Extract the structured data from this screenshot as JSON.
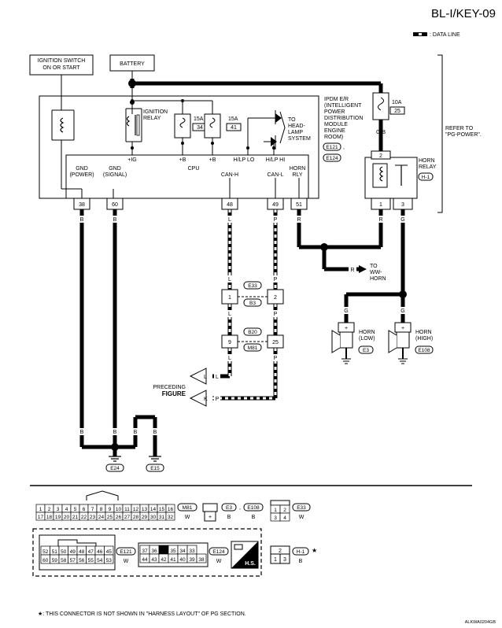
{
  "page": {
    "code": "BL-I/KEY-09",
    "legend_data_line": ": DATA LINE",
    "footnote": "★: THIS CONNECTOR IS NOT SHOWN IN \"HARNESS LAYOUT\" OF PG SECTION.",
    "image_id": "ALKWA0204GB"
  },
  "sources": {
    "ignition_switch": [
      "IGNITION SWITCH",
      "ON OR START"
    ],
    "battery": "BATTERY"
  },
  "ipdm": {
    "label": [
      "IPDM E/R",
      "(INTELLIGENT",
      "POWER",
      "DISTRIBUTION",
      "MODULE",
      "ENGINE",
      "ROOM)"
    ],
    "connectors": [
      "E121",
      "E124"
    ],
    "relay_label": [
      "IGNITION",
      "RELAY"
    ],
    "cpu": "CPU",
    "fuse_a": {
      "rating": "15A",
      "number": "34"
    },
    "fuse_b": {
      "rating": "15A",
      "number": "41"
    },
    "terminals": {
      "ig": "+IG",
      "b1": "+B",
      "b2": "+B",
      "hlp_lo": "H/LP LO",
      "hlp_hi": "H/LP HI",
      "gnd_power": [
        "GND",
        "(POWER)"
      ],
      "gnd_signal": [
        "GND",
        "(SIGNAL)"
      ],
      "can_h": "CAN-H",
      "can_l": "CAN-L",
      "horn_rly": [
        "HORN",
        "RLY"
      ]
    },
    "headlamp": [
      "TO",
      "HEAD-",
      "LAMP",
      "SYSTEM"
    ],
    "pins": [
      "38",
      "60",
      "48",
      "49",
      "51"
    ]
  },
  "fuse_10a": {
    "rating": "10A",
    "number": "25"
  },
  "refer_to": [
    "REFER TO",
    "\"PG-POWER\"."
  ],
  "horn_relay": {
    "label": [
      "HORN",
      "RELAY"
    ],
    "connector": "H-1",
    "pins": [
      "2",
      "1",
      "3"
    ]
  },
  "wire_colors": {
    "gb": "G/B",
    "b": "B",
    "l": "L",
    "p": "P",
    "r": "R",
    "g": "G"
  },
  "to_ww_horn": [
    "TO",
    "WW-",
    "HORN"
  ],
  "joints": {
    "e33": "E33",
    "b3": "B3",
    "b20": "B20",
    "m81": "M81",
    "p1": "1",
    "p2": "2",
    "p9": "9",
    "p25": "25"
  },
  "preceding": [
    "PRECEDING",
    "FIGURE"
  ],
  "preceding_pins": {
    "l": "L",
    "k": "K"
  },
  "horns": {
    "low": {
      "label": [
        "HORN",
        "(LOW)"
      ],
      "connector": "E3"
    },
    "high": {
      "label": [
        "HORN",
        "(HIGH)"
      ],
      "connector": "E108"
    },
    "plus": "+"
  },
  "grounds": [
    "E24",
    "E15"
  ],
  "connector_views": {
    "m81": {
      "id": "M81",
      "color": "W",
      "row1": [
        "1",
        "2",
        "3",
        "4",
        "5",
        "6",
        "7",
        "8",
        "9",
        "10",
        "11",
        "12",
        "13",
        "14",
        "15",
        "16"
      ],
      "row2": [
        "17",
        "18",
        "19",
        "20",
        "21",
        "22",
        "23",
        "24",
        "25",
        "26",
        "27",
        "28",
        "29",
        "30",
        "31",
        "32"
      ]
    },
    "e3": {
      "id": "E3",
      "color": "B",
      "pin": "+"
    },
    "e108": {
      "id": "E108",
      "color": "B"
    },
    "e33": {
      "id": "E33",
      "color": "W",
      "row1": [
        "1",
        "2"
      ],
      "row2": [
        "3",
        "4"
      ]
    },
    "e121": {
      "id": "E121",
      "color": "W",
      "row1": [
        "52",
        "51",
        "50",
        "49",
        "48",
        "47",
        "46",
        "45"
      ],
      "row2": [
        "60",
        "59",
        "58",
        "57",
        "56",
        "55",
        "54",
        "53"
      ]
    },
    "e124": {
      "id": "E124",
      "color": "W",
      "row1": [
        "37",
        "36",
        "",
        "35",
        "34",
        "33"
      ],
      "row2": [
        "44",
        "43",
        "42",
        "41",
        "40",
        "39",
        "38"
      ]
    },
    "hs": "H.S.",
    "h1": {
      "id": "H-1",
      "color": "B",
      "top": "2",
      "row": [
        "1",
        "3"
      ],
      "star": "★"
    }
  }
}
